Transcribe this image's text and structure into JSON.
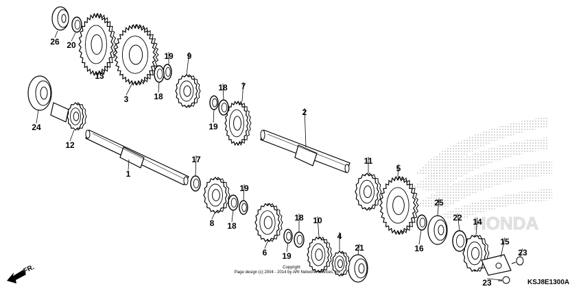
{
  "watermark": {
    "brand": "HONDA"
  },
  "callouts": [
    {
      "id": "c26",
      "label": "26"
    },
    {
      "id": "c20",
      "label": "20"
    },
    {
      "id": "c13",
      "label": "13"
    },
    {
      "id": "c3",
      "label": "3"
    },
    {
      "id": "c19a",
      "label": "19"
    },
    {
      "id": "c9",
      "label": "9"
    },
    {
      "id": "c18a",
      "label": "18"
    },
    {
      "id": "c18b",
      "label": "18"
    },
    {
      "id": "c7",
      "label": "7"
    },
    {
      "id": "c19b",
      "label": "19"
    },
    {
      "id": "c24",
      "label": "24"
    },
    {
      "id": "c12",
      "label": "12"
    },
    {
      "id": "c1",
      "label": "1"
    },
    {
      "id": "c2",
      "label": "2"
    },
    {
      "id": "c17",
      "label": "17"
    },
    {
      "id": "c8",
      "label": "8"
    },
    {
      "id": "c18c",
      "label": "18"
    },
    {
      "id": "c19c",
      "label": "19"
    },
    {
      "id": "c6",
      "label": "6"
    },
    {
      "id": "c18d",
      "label": "18"
    },
    {
      "id": "c10",
      "label": "10"
    },
    {
      "id": "c19d",
      "label": "19"
    },
    {
      "id": "c4",
      "label": "4"
    },
    {
      "id": "c21",
      "label": "21"
    },
    {
      "id": "c11",
      "label": "11"
    },
    {
      "id": "c5",
      "label": "5"
    },
    {
      "id": "c25",
      "label": "25"
    },
    {
      "id": "c22",
      "label": "22"
    },
    {
      "id": "c14",
      "label": "14"
    },
    {
      "id": "c16",
      "label": "16"
    },
    {
      "id": "c15",
      "label": "15"
    },
    {
      "id": "c23a",
      "label": "23"
    },
    {
      "id": "c23b",
      "label": "23"
    }
  ],
  "copyright": {
    "line1": "Copyright",
    "line2": "Page design (c) 2004 - 2014 by ARI Network Services, Inc."
  },
  "direction_label": "FR.",
  "diagram_code": "KSJ8E1300A"
}
